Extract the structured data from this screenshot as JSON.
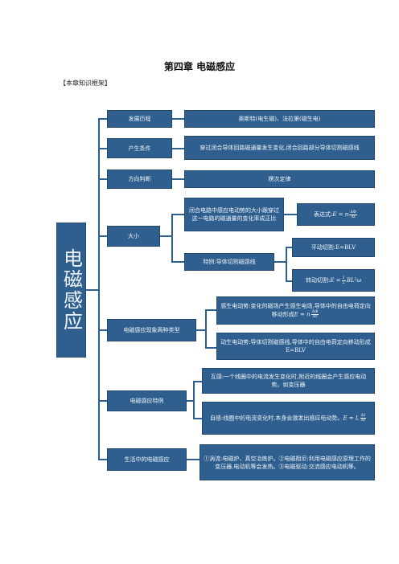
{
  "header": {
    "title": "第四章 电磁感应",
    "subtitle": "【本章知识框架】"
  },
  "root": {
    "label": "电磁感应"
  },
  "nodes": {
    "history": {
      "label": "发展历程",
      "detail": "奥斯特(电生磁)、法拉第(磁生电)"
    },
    "condition": {
      "label": "产生条件",
      "detail": "穿过闭合导体回路磁通量发生变化,闭合回路部分导体切割磁感线"
    },
    "direction": {
      "label": "方向判断",
      "detail": "楞次定律"
    },
    "magnitude": {
      "label": "大小",
      "law": "闭合电路中感应电动势的大小跟穿过这一电路的磁通量的变化率成正比",
      "expression_label": "表达式:",
      "expression_lhs": "E = n",
      "expression_num": "ΔΦ",
      "expression_den": "Δt",
      "special_label": "特例:导体切割磁感线",
      "translation_label": "平动切割:",
      "translation_formula": "E=BLV",
      "rotation_label": "转动切割:",
      "rotation_lhs": "E =",
      "rotation_num": "1",
      "rotation_den": "2",
      "rotation_rhs": "BL²ω"
    },
    "emf_types": {
      "label": "电磁感应现象两种类型",
      "induced_text": "感生电动势:变化的磁场产生感生电场,导体中的自由电荷定向移动形成",
      "induced_lhs": "E = n",
      "induced_num": "ΔΦ",
      "induced_den": "Δt",
      "motional_text": "动生电动势:导体切割磁感线,导体中的自由电荷定向移动形成E=BLV"
    },
    "special_cases": {
      "label": "电磁感应特例",
      "mutual": "互感:一个线圈中的电流发生变化时,附近的线圈会产生感应电动势。如变压器",
      "self_text": "自感:线圈中的电流变化时,本身会激发出感应电动势。",
      "self_lhs": "E = L",
      "self_num": "ΔI",
      "self_den": "Δt"
    },
    "daily": {
      "label": "生活中的电磁感应",
      "detail": "①涡流:电磁炉、真空冶炼炉。②电磁阻尼:利用电磁感应原理工作的变压器,电动机等会发热。③电磁驱动:交流感应电动机等。"
    }
  },
  "colors": {
    "box": "#2e5f8f",
    "box_border": "#23496f",
    "text": "#f0f4f8"
  }
}
